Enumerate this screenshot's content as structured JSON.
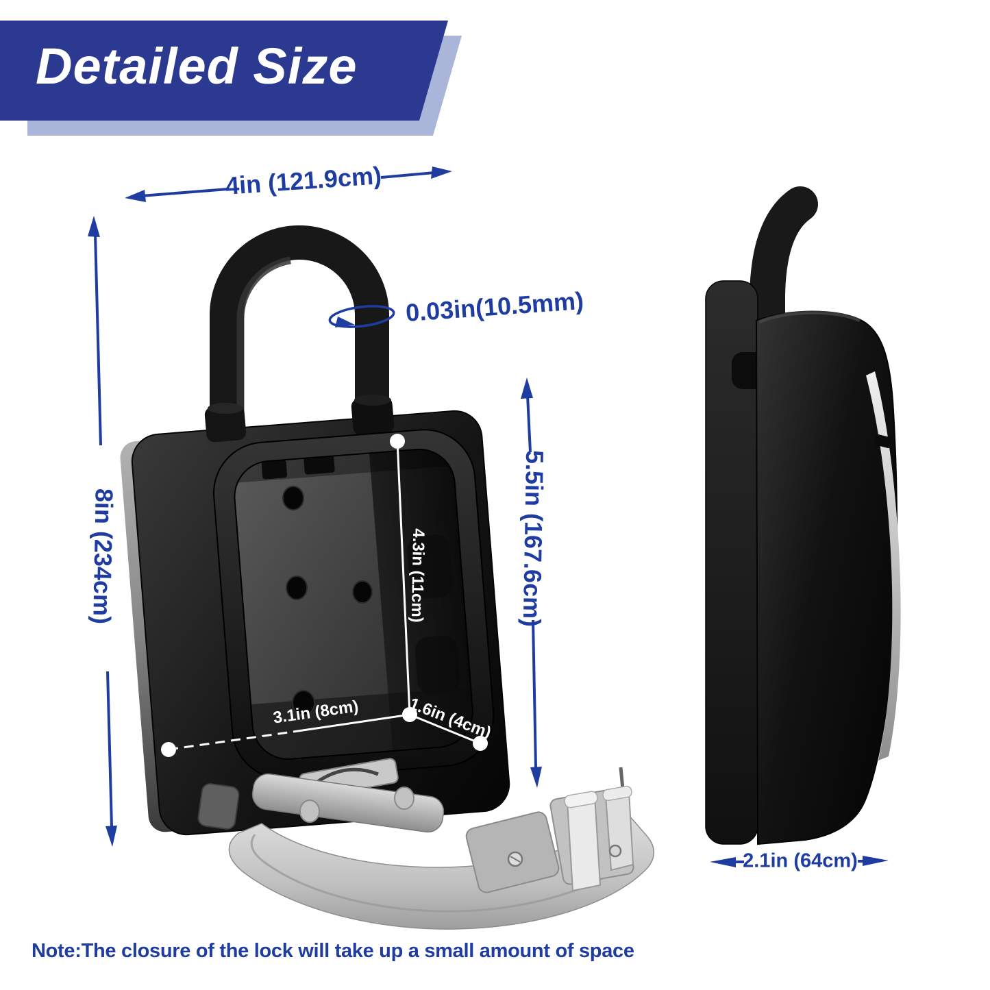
{
  "banner": {
    "title": "Detailed Size"
  },
  "dimensions": {
    "top_width": "4in (121.9cm)",
    "shackle_diameter": "0.03in(10.5mm)",
    "total_height": "8in (234cm)",
    "opening_height": "5.5in (167.6cm)",
    "inner_height": "4.3in (11cm)",
    "inner_width": "3.1in (8cm)",
    "inner_depth": "1.6in (4cm)",
    "side_depth": "2.1in (64cm)"
  },
  "note": "Note:The closure of the lock will take up a small amount of space",
  "colors": {
    "dimension_blue": "#1f3da1",
    "banner_blue": "#2b3990",
    "banner_shadow": "#a9b6d9",
    "label_white": "#ffffff"
  }
}
